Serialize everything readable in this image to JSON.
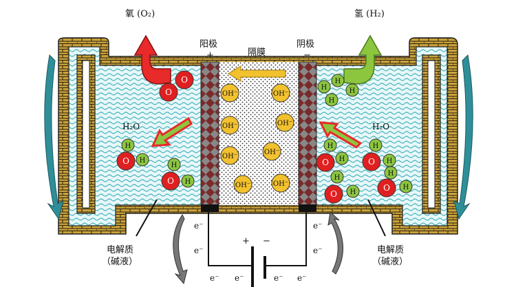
{
  "labels": {
    "oxygen": "氧 (O₂)",
    "hydrogen": "氢 (H₂)",
    "anode": "阳极",
    "anode_sign": "+",
    "membrane": "隔膜",
    "cathode": "阴极",
    "cathode_sign": "−",
    "water_left": "H₂O",
    "water_right": "H₂O",
    "electrolyte_left_1": "电解质",
    "electrolyte_left_2": "（碱液）",
    "electrolyte_right_1": "电解质",
    "electrolyte_right_2": "（碱液）",
    "battery_plus": "+",
    "battery_minus": "−",
    "electron": "e⁻"
  },
  "molecule_labels": {
    "oxygen": "O",
    "hydrogen": "H",
    "hydroxide": "OH⁻"
  },
  "colors": {
    "brick": "#c9a23a",
    "liquid": "#bfe6ea",
    "wave": "#3fb3bd",
    "oxygen_atom": "#e02020",
    "hydrogen_atom": "#8cc63f",
    "hydroxide": "#f2c12e",
    "electrode": "#7a2a2a",
    "oxygen_arrow": "#e82a2a",
    "hydrogen_arrow": "#8cc63f",
    "ion_arrow": "#f2c12e"
  }
}
